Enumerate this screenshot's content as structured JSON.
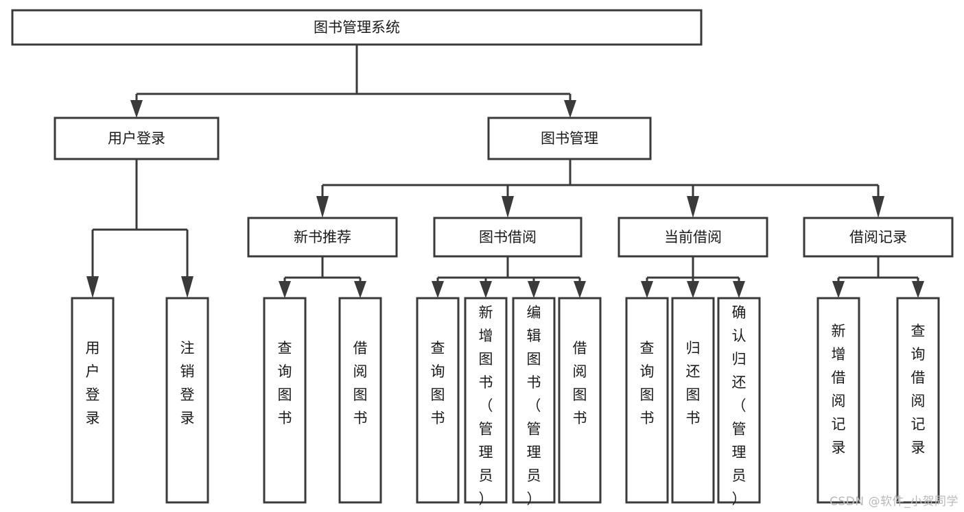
{
  "diagram": {
    "type": "tree-hierarchy",
    "title": "图书管理系统",
    "root": {
      "id": "root",
      "label": "图书管理系统"
    },
    "level2": [
      {
        "id": "user-login",
        "label": "用户登录"
      },
      {
        "id": "book-manage",
        "label": "图书管理"
      }
    ],
    "level3": [
      {
        "id": "new-book-recommend",
        "label": "新书推荐"
      },
      {
        "id": "book-borrow",
        "label": "图书借阅"
      },
      {
        "id": "current-borrow",
        "label": "当前借阅"
      },
      {
        "id": "borrow-record",
        "label": "借阅记录"
      }
    ],
    "leaves": {
      "user-login": [
        {
          "id": "leaf-user-login",
          "label": "用户登录"
        },
        {
          "id": "leaf-logout",
          "label": "注销登录"
        }
      ],
      "new-book-recommend": [
        {
          "id": "leaf-query-book-1",
          "label": "查询图书"
        },
        {
          "id": "leaf-borrow-book-1",
          "label": "借阅图书"
        }
      ],
      "book-borrow": [
        {
          "id": "leaf-query-book-2",
          "label": "查询图书"
        },
        {
          "id": "leaf-add-book",
          "label": "新增图书（管理员）"
        },
        {
          "id": "leaf-edit-book",
          "label": "编辑图书（管理员）"
        },
        {
          "id": "leaf-borrow-book-2",
          "label": "借阅图书"
        }
      ],
      "current-borrow": [
        {
          "id": "leaf-query-book-3",
          "label": "查询图书"
        },
        {
          "id": "leaf-return-book",
          "label": "归还图书"
        },
        {
          "id": "leaf-confirm-return",
          "label": "确认归还（管理员）"
        }
      ],
      "borrow-record": [
        {
          "id": "leaf-add-record",
          "label": "新增借阅记录"
        },
        {
          "id": "leaf-query-record",
          "label": "查询借阅记录"
        }
      ]
    }
  },
  "watermark": {
    "text": "CSDN @软件_小贺同学"
  },
  "colors": {
    "stroke": "#3a3a3a",
    "fill": "#ffffff",
    "text": "#1a1a1a",
    "watermark": "#b9b9b9"
  }
}
